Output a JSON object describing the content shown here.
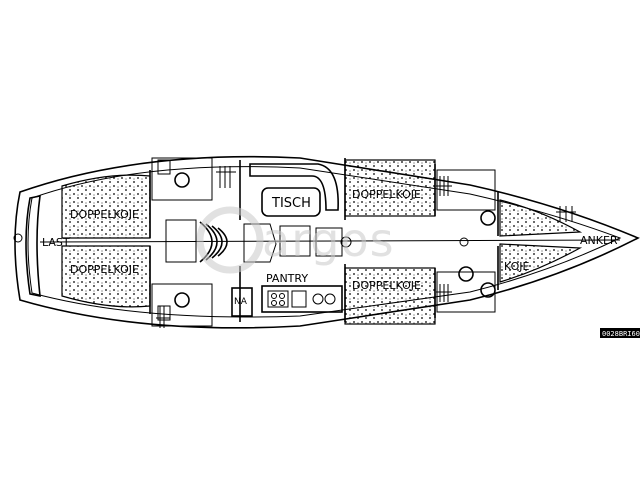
{
  "labels": {
    "last": "LAST",
    "doppelkoje_aft_top": "DOPPELKOJE",
    "doppelkoje_aft_bottom": "DOPPELKOJE",
    "tisch": "TISCH",
    "pantry": "PANTRY",
    "na": "NA",
    "doppelkoje_mid_top": "DOPPELKOJE",
    "doppelkoje_mid_bottom": "DOPPELKOJE",
    "koje": "KOJE",
    "anker": "ANKER"
  },
  "watermark": "argos",
  "image_code": "0028BRI60"
}
